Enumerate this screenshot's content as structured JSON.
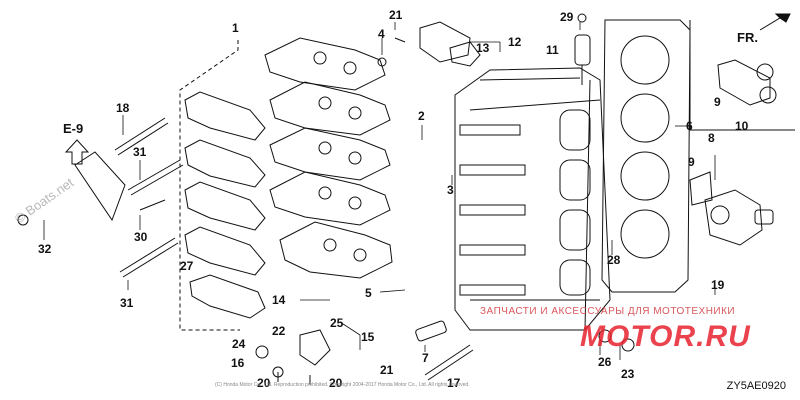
{
  "diagram": {
    "code": "ZY5AE0920",
    "ref_code": "E-9",
    "front_label": "FR.",
    "copyright": "(C) Honda Motor Co., Ltd. Reproduction prohibited. Copyright 2004-2017 Honda Motor Co., Ltd. All rights reserved."
  },
  "watermarks": {
    "red_main": "MOTOR.RU",
    "red_sub": "ЗАПЧАСТИ И АКСЕССУАРЫ ДЛЯ МОТОТЕХНИКИ",
    "gray_brand": "© Boats.net"
  },
  "callouts": [
    "1",
    "2",
    "3",
    "4",
    "5",
    "6",
    "7",
    "8",
    "9",
    "9",
    "10",
    "11",
    "12",
    "13",
    "14",
    "15",
    "16",
    "17",
    "18",
    "19",
    "20",
    "20",
    "21",
    "21",
    "22",
    "23",
    "24",
    "25",
    "26",
    "27",
    "28",
    "29",
    "30",
    "31",
    "31",
    "32"
  ],
  "colors": {
    "line": "#111111",
    "watermark_red": "#e8232f"
  }
}
